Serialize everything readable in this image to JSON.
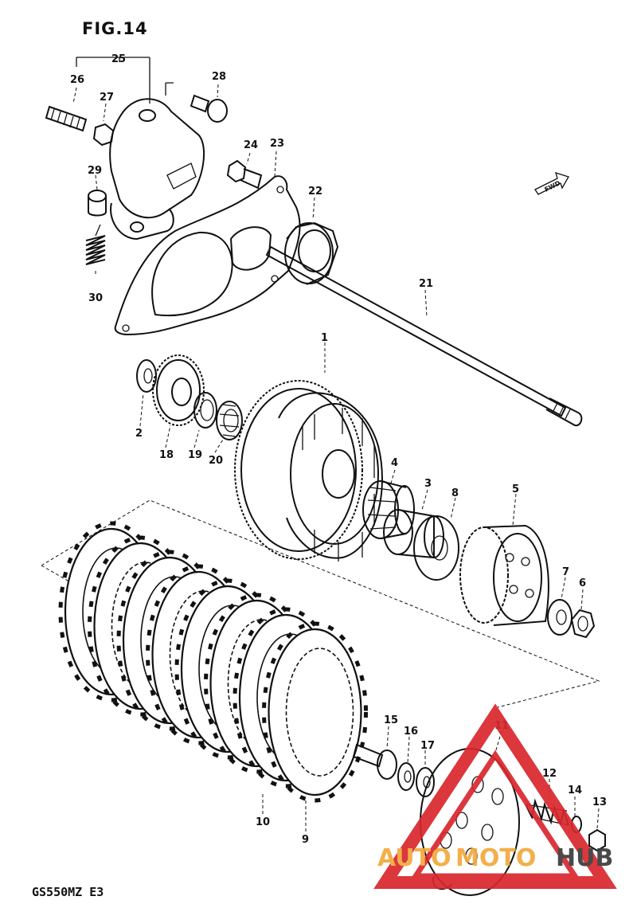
{
  "figure": {
    "title": "FIG.14",
    "model": "GS550MZ  E3",
    "fwd_label": "FWD"
  },
  "watermark": {
    "word1": "AUTO",
    "word2": "MOTO",
    "word3": "HUB",
    "color_red": "#d8272d",
    "color_orange": "#f2a93b",
    "color_dark": "#3a3a3a"
  },
  "parts": [
    {
      "num": "1"
    },
    {
      "num": "2"
    },
    {
      "num": "3"
    },
    {
      "num": "4"
    },
    {
      "num": "5"
    },
    {
      "num": "6"
    },
    {
      "num": "7"
    },
    {
      "num": "8"
    },
    {
      "num": "9"
    },
    {
      "num": "10"
    },
    {
      "num": "11"
    },
    {
      "num": "12"
    },
    {
      "num": "13"
    },
    {
      "num": "14"
    },
    {
      "num": "15"
    },
    {
      "num": "16"
    },
    {
      "num": "17"
    },
    {
      "num": "18"
    },
    {
      "num": "19"
    },
    {
      "num": "20"
    },
    {
      "num": "21"
    },
    {
      "num": "22"
    },
    {
      "num": "23"
    },
    {
      "num": "24"
    },
    {
      "num": "25"
    },
    {
      "num": "26"
    },
    {
      "num": "27"
    },
    {
      "num": "28"
    },
    {
      "num": "29"
    },
    {
      "num": "30"
    }
  ]
}
